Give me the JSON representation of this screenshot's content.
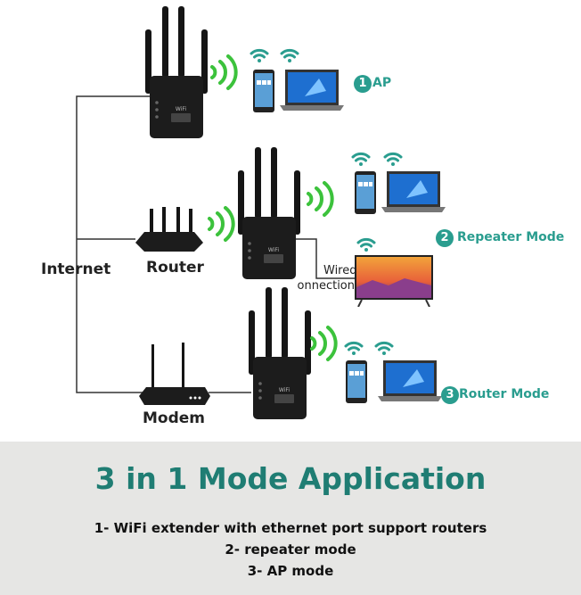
{
  "diagram": {
    "internet_label": "Internet",
    "router_label": "Router",
    "modem_label": "Modem",
    "wired_label_line1": "Wired",
    "wired_label_line2": "Connection",
    "device_badge": "WiFi",
    "modes": [
      {
        "number": "1",
        "label": "AP"
      },
      {
        "number": "2",
        "label": "Repeater Mode"
      },
      {
        "number": "3",
        "label": "Router Mode"
      }
    ]
  },
  "footer": {
    "title": "3 in 1 Mode Application",
    "lines": [
      "1- WiFi extender with ethernet port support routers",
      "2- repeater mode",
      "3- AP mode"
    ]
  },
  "colors": {
    "accent": "#2a9d8f",
    "title": "#1f7d73",
    "wifi_green": "#3cc23c",
    "wifi_teal": "#2a9d8f",
    "panel_bg": "#e6e6e4"
  }
}
